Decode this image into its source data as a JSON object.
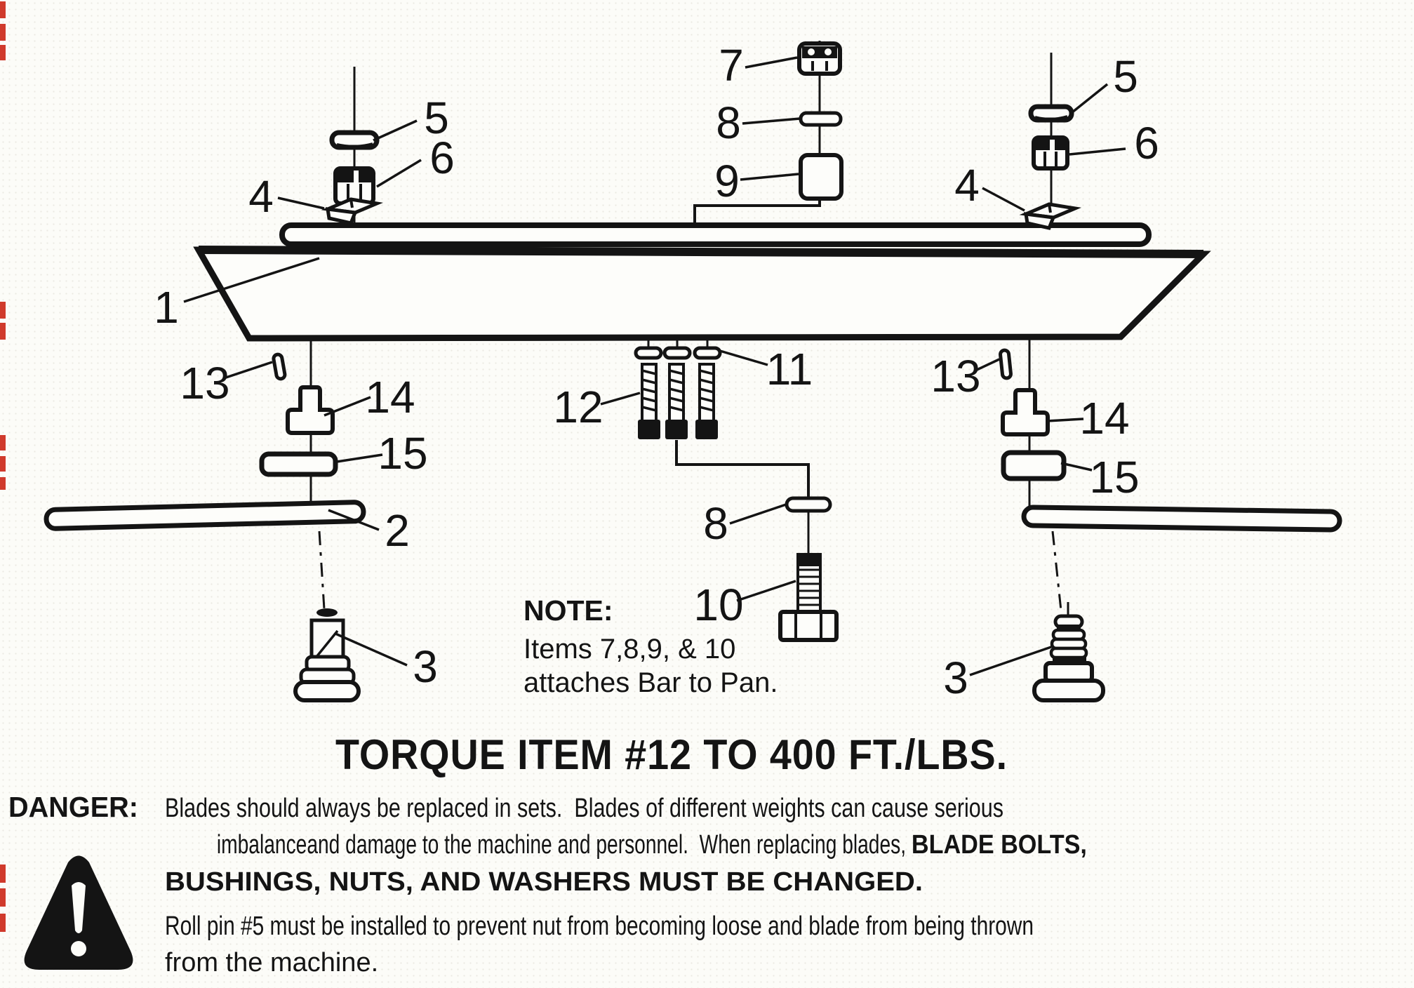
{
  "colors": {
    "ink": "#141414",
    "paper": "#fcfcf8",
    "artifact_red": "#d03a2c"
  },
  "figure": {
    "callouts": {
      "n1": "1",
      "n2": "2",
      "n3": "3",
      "n4": "4",
      "n5": "5",
      "n6": "6",
      "n7": "7",
      "n8": "8",
      "n9": "9",
      "n10": "10",
      "n11": "11",
      "n12": "12",
      "n13": "13",
      "n14": "14",
      "n15": "15"
    },
    "torque_instruction": "TORQUE ITEM #12 TO 400 FT./LBS.",
    "note": {
      "title": "NOTE:",
      "line1": "Items 7,8,9, & 10",
      "line2": "attaches Bar to Pan."
    },
    "danger": {
      "label": "DANGER:",
      "line1": "Blades should always be replaced in sets.  Blades of different weights can cause serious",
      "line2_normal": "imbalanceand damage to the machine and personnel.  When replacing blades, ",
      "line2_bold": "BLADE BOLTS,",
      "line3_bold": "BUSHINGS, NUTS, AND WASHERS MUST BE CHANGED.",
      "line4": "Roll pin #5 must be installed to prevent nut from becoming loose and blade from being thrown",
      "line5": "from the machine."
    }
  }
}
